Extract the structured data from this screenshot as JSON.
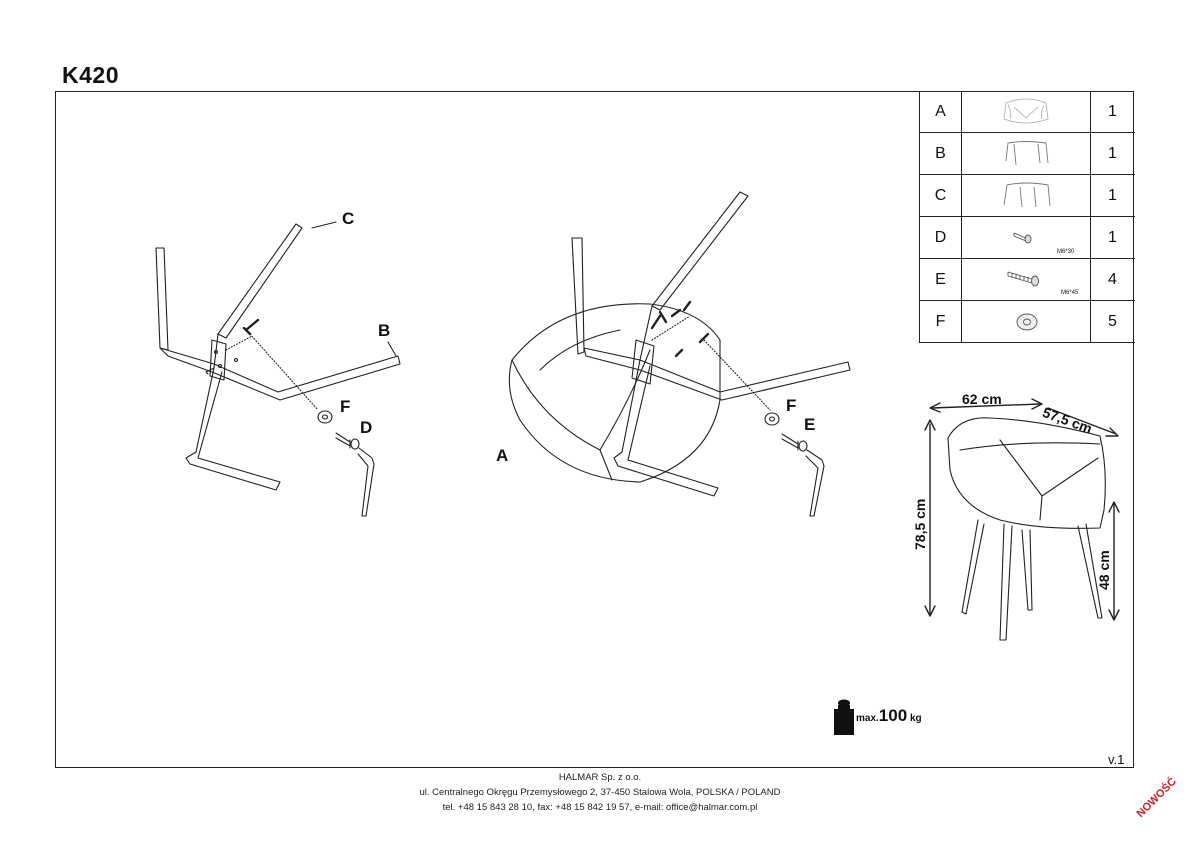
{
  "doc": {
    "title": "K420",
    "version": "v.1",
    "stamp": "NOWOŚĆ"
  },
  "parts": [
    {
      "letter": "A",
      "qty": "1",
      "icon": "seat-shell-icon"
    },
    {
      "letter": "B",
      "qty": "1",
      "icon": "rear-leg-frame-icon"
    },
    {
      "letter": "C",
      "qty": "1",
      "icon": "front-leg-frame-icon"
    },
    {
      "letter": "D",
      "qty": "1",
      "icon": "short-bolt-icon",
      "spec": "M6*30"
    },
    {
      "letter": "E",
      "qty": "4",
      "icon": "long-bolt-icon",
      "spec": "M6*45"
    },
    {
      "letter": "F",
      "qty": "5",
      "icon": "washer-icon"
    }
  ],
  "labels": {
    "a": "A",
    "b": "B",
    "c": "C",
    "d": "D",
    "e": "E",
    "f": "F"
  },
  "dimensions": {
    "width": "62 cm",
    "depth": "57,5 cm",
    "height": "78,5 cm",
    "seat_height": "48 cm"
  },
  "weight": {
    "prefix": "max.",
    "value": "100",
    "unit": "kg"
  },
  "footer": {
    "company": "HALMAR Sp. z o.o.",
    "address": "ul. Centralnego Okręgu Przemysłowego 2, 37-450 Stalowa Wola, POLSKA / POLAND",
    "contact": "tel. +48 15 843 28 10, fax: +48 15 842 19 57, e-mail: office@halmar.com.pl"
  },
  "colors": {
    "line": "#222222",
    "stamp": "#d42020"
  }
}
